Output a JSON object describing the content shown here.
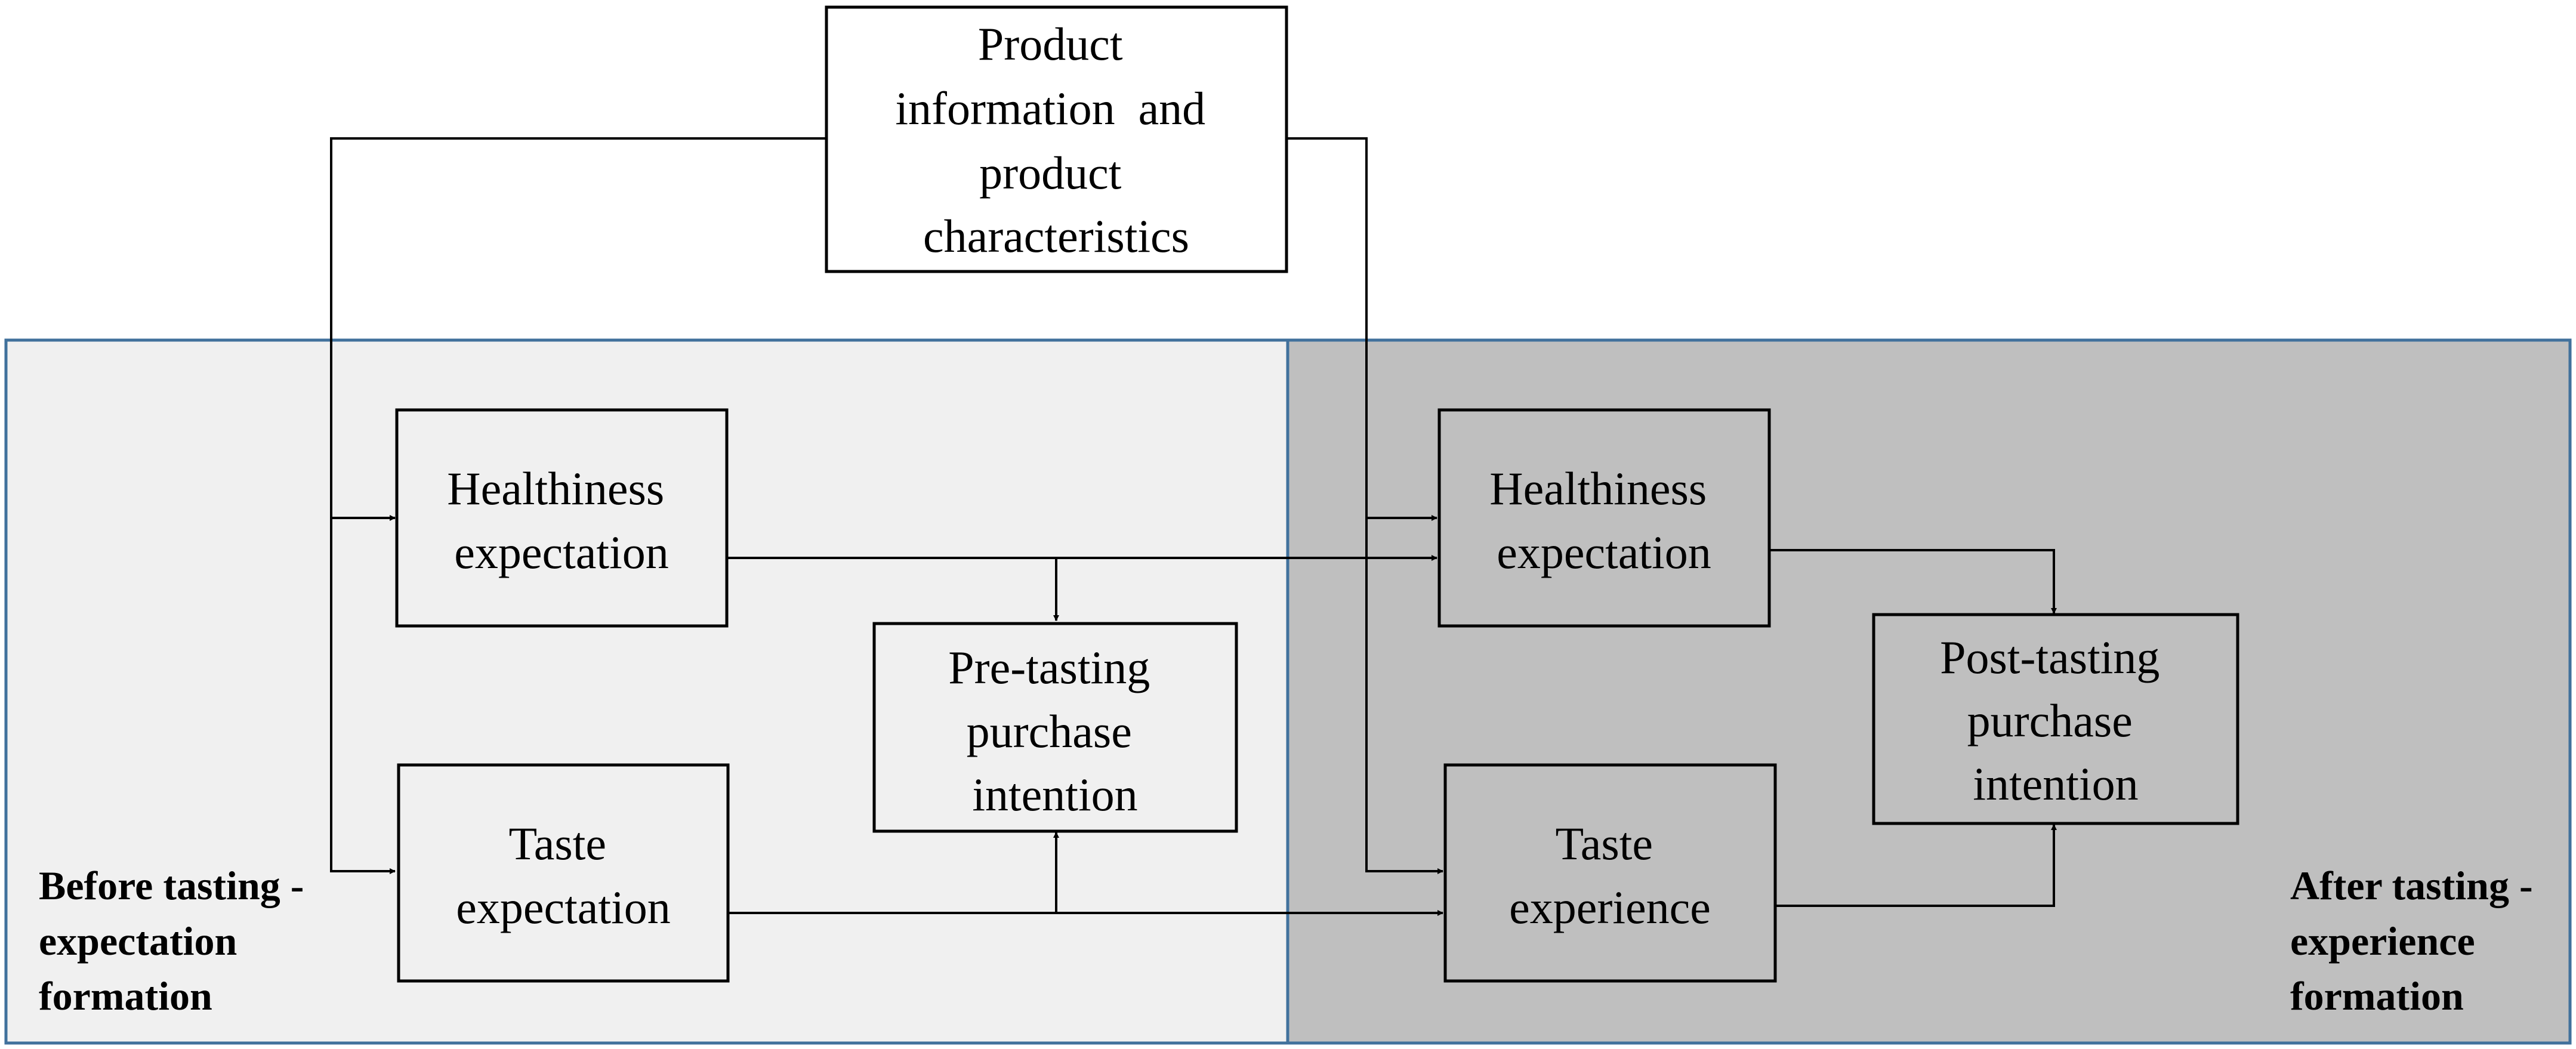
{
  "colors": {
    "before_panel_fill": "#f0f0f0",
    "after_panel_fill": "#bfbfbf",
    "panel_border": "#41719c",
    "node_border": "#000000",
    "arrow": "#000000"
  },
  "nodes": {
    "product_info": [
      "Product",
      "information  and",
      "product",
      "characteristics"
    ],
    "healthiness_pre": [
      "Healthiness",
      "expectation"
    ],
    "taste_pre": [
      "Taste",
      "expectation"
    ],
    "pre_purchase": [
      "Pre-tasting",
      "purchase",
      "intention"
    ],
    "healthiness_post": [
      "Healthiness",
      "expectation"
    ],
    "taste_post": [
      "Taste",
      "experience"
    ],
    "post_purchase": [
      "Post-tasting",
      "purchase",
      "intention"
    ]
  },
  "phases": {
    "before": [
      "Before tasting -",
      "expectation",
      "formation"
    ],
    "after": [
      "After tasting -",
      "experience",
      "formation"
    ]
  }
}
